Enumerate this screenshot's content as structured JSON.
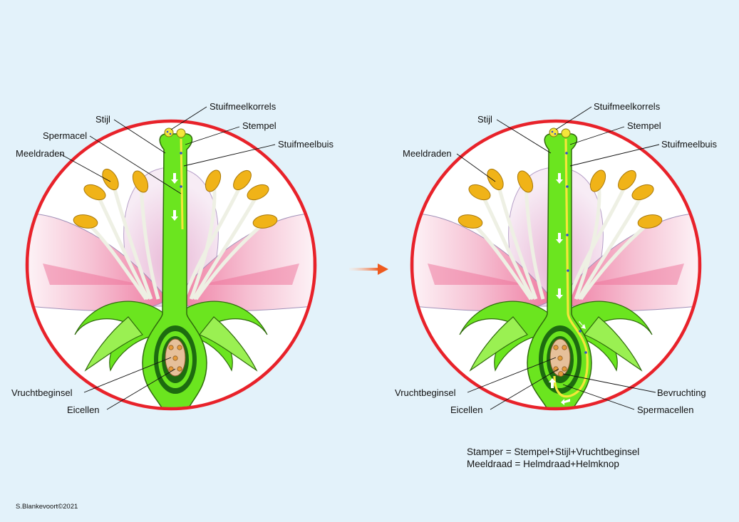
{
  "labels": {
    "stuifmeelkorrels": "Stuifmeelkorrels",
    "stijl": "Stijl",
    "stempel": "Stempel",
    "spermacel": "Spermacel",
    "stuifmeelbuis": "Stuifmeelbuis",
    "meeldraden": "Meeldraden",
    "vruchtbeginsel": "Vruchtbeginsel",
    "eicellen": "Eicellen",
    "bevruchting": "Bevruchting",
    "spermacellen": "Spermacellen"
  },
  "notes": {
    "line1": "Stamper = Stempel+Stijl+Vruchtbeginsel",
    "line2": "Meeldraad = Helmdraad+Helmknop"
  },
  "credit": "S.Blankevoort©2021",
  "colors": {
    "background": "#e3f2fa",
    "circle": "#e8222a",
    "pistil": "#6be51f",
    "anther": "#f0b318",
    "pollen_tube": "#f4e63a",
    "arrow": "#ee5a1e"
  }
}
